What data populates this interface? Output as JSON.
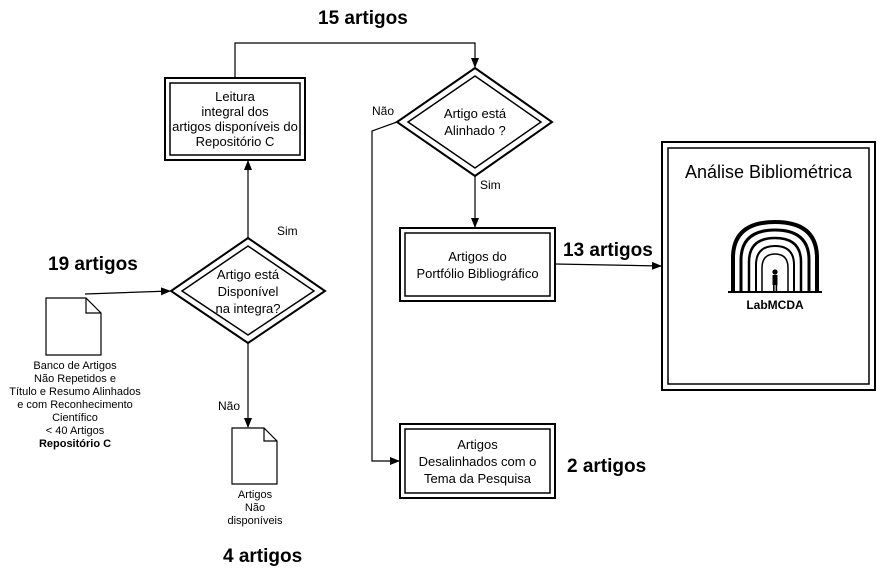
{
  "counts": {
    "top": "15 artigos",
    "left": "19 artigos",
    "portfolio": "13 artigos",
    "misaligned": "2 artigos",
    "unavailable": "4 artigos"
  },
  "nodes": {
    "reading": [
      "Leitura",
      "integral dos",
      "artigos disponíveis do",
      "Repositório C"
    ],
    "available_decision": [
      "Artigo está",
      "Disponível",
      "na integra?"
    ],
    "aligned_decision": [
      "Artigo está",
      "Alinhado ?"
    ],
    "portfolio": [
      "Artigos do",
      "Portfólio Bibliográfico"
    ],
    "misaligned": [
      "Artigos",
      "Desalinhados com o",
      "Tema da Pesquisa"
    ],
    "bibliometric_title": "Análise Bibliométrica",
    "logo_text": "LabMCDA"
  },
  "documents": {
    "bank": {
      "lines": [
        "Banco de Artigos",
        "Não Repetidos e",
        "Título e Resumo Alinhados",
        "e com Reconhecimento",
        "Científico",
        "< 40 Artigos"
      ],
      "bold_line": "Repositório C"
    },
    "unavailable": [
      "Artigos",
      "Não",
      "disponíveis"
    ]
  },
  "edge_labels": {
    "sim_available": "Sim",
    "nao_available": "Não",
    "nao_aligned": "Não",
    "sim_aligned": "Sim"
  }
}
